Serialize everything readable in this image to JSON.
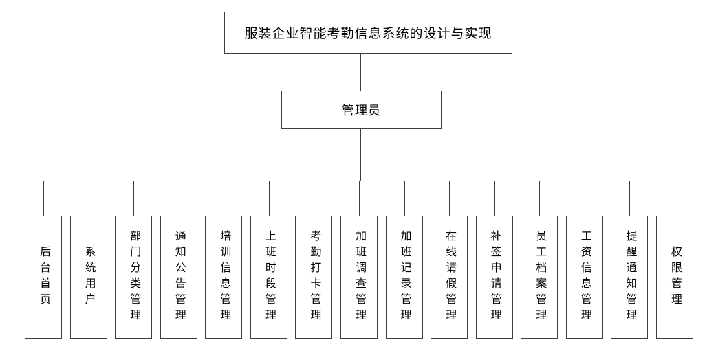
{
  "diagram": {
    "title": "服装企业智能考勤信息系统的设计与实现",
    "root": "管理员",
    "modules": [
      "后台首页",
      "系统用户",
      "部门分类管理",
      "通知公告管理",
      "培训信息管理",
      "上班时段管理",
      "考勤打卡管理",
      "加班调查管理",
      "加班记录管理",
      "在线请假管理",
      "补签申请管理",
      "员工档案管理",
      "工资信息管理",
      "提醒通知管理",
      "权限管理"
    ],
    "colors": {
      "border": "#3d3d3d",
      "background": "#ffffff",
      "text": "#000000"
    }
  }
}
